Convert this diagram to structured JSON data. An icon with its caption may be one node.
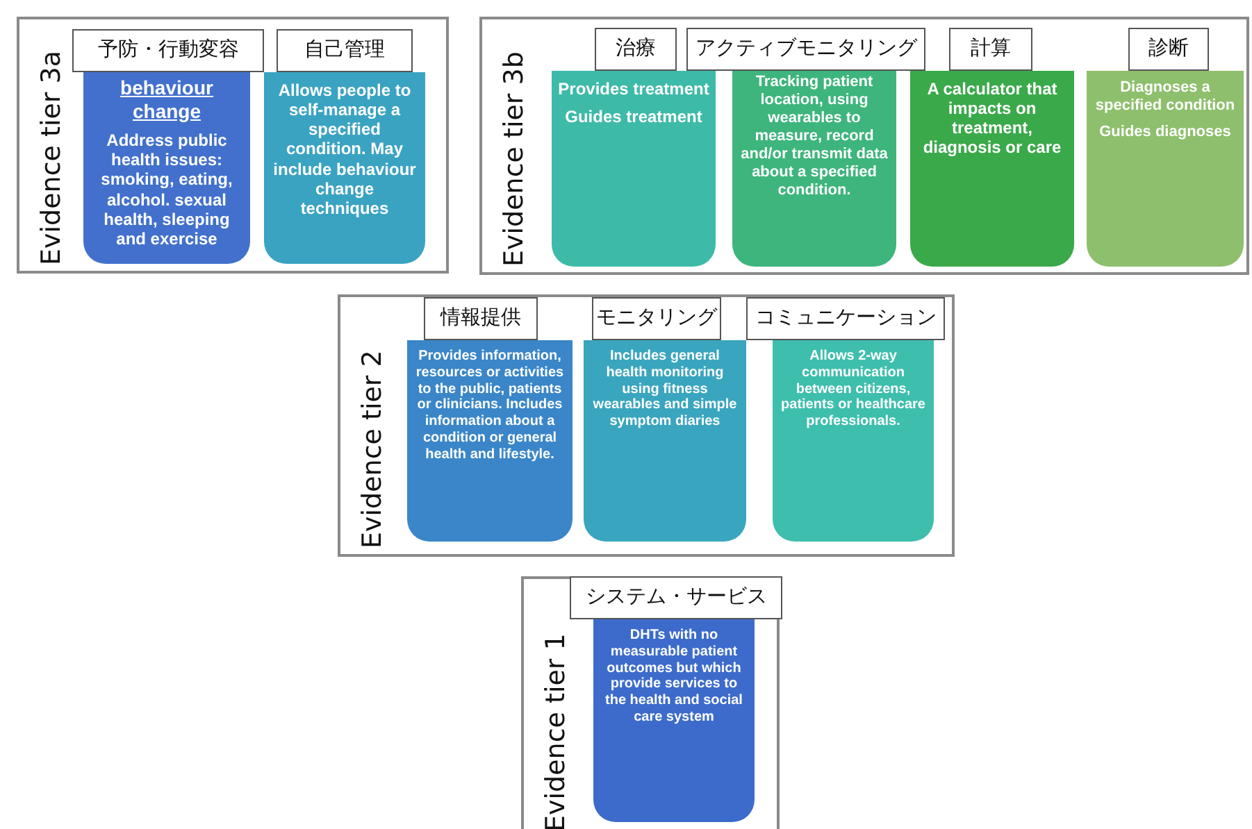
{
  "diagram": {
    "nodes": [
      {
        "text": [
          "Evidence tier 3a"
        ]
      },
      {
        "text": [
          "予防・行動変容",
          "behaviour change",
          "Address public health issues: smoking, eating, alcohol. sexual health, sleeping and exercise"
        ],
        "in": 0
      },
      {
        "text": [
          "自己管理",
          "Allows people to self-manage a specified condition. May include behaviour change techniques"
        ],
        "in": 0
      },
      {
        "text": [
          "Evidence tier 3b"
        ]
      },
      {
        "text": [
          "治療",
          "Provides treatment",
          "Guides treatment"
        ],
        "in": 3
      },
      {
        "text": [
          "アクティブモニタリング",
          "Tracking patient location, using wearables to measure, record and/or transmit data about a specified condition."
        ],
        "in": 3
      },
      {
        "text": [
          "計算",
          "A calculator that impacts on treatment, diagnosis or care"
        ],
        "in": 3
      },
      {
        "text": [
          "診断",
          "Diagnoses a specified condition",
          "Guides diagnoses"
        ],
        "in": 3
      },
      {
        "text": [
          "Evidence tier 2"
        ]
      },
      {
        "text": [
          "情報提供",
          "Provides information, resources or activities to the public, patients or clinicians. Includes information about a condition or general health and lifestyle."
        ],
        "in": 8
      },
      {
        "text": [
          "モニタリング",
          "Includes general health monitoring using fitness wearables and simple symptom diaries"
        ],
        "in": 8
      },
      {
        "text": [
          "コミュニケーション",
          "Allows 2-way communication between citizens, patients or healthcare professionals."
        ],
        "in": 8
      },
      {
        "text": [
          "Evidence tier 1"
        ]
      },
      {
        "text": [
          "システム・サービス",
          "DHTs with no measurable patient outcomes but which provide services to the health and social care system"
        ],
        "in": 12
      }
    ]
  }
}
